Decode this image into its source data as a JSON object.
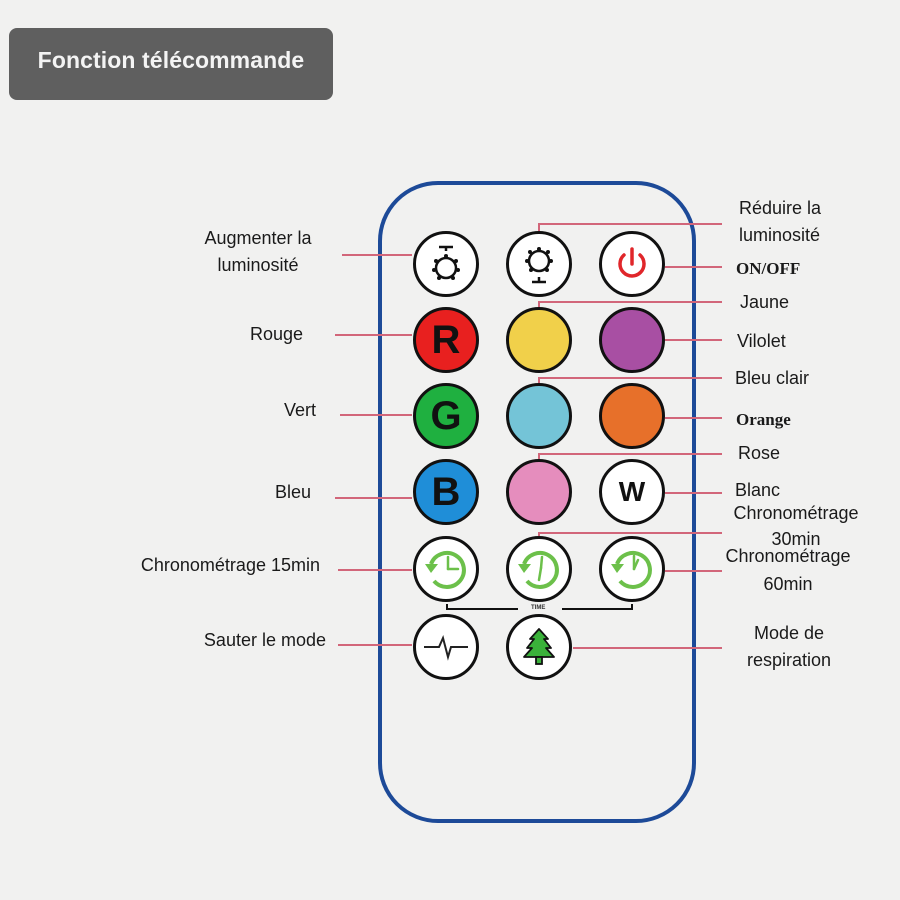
{
  "header": {
    "title": "Fonction télécommande"
  },
  "remote": {
    "time_group_label": "TIME",
    "buttons": {
      "brightness_up": {
        "symbol": "sun-up-icon"
      },
      "brightness_down": {
        "symbol": "sun-down-icon"
      },
      "power": {
        "symbol": "power-icon",
        "color": "#e0262a"
      },
      "red": {
        "letter": "R",
        "color": "#e8201f"
      },
      "yellow": {
        "color": "#f1d04a"
      },
      "purple": {
        "color": "#a84fa3"
      },
      "green": {
        "letter": "G",
        "color": "#1fb040"
      },
      "light_blue": {
        "color": "#74c4d7"
      },
      "orange": {
        "color": "#e7702a"
      },
      "blue": {
        "letter": "B",
        "color": "#1f8ed8"
      },
      "pink": {
        "color": "#e58dbd"
      },
      "white": {
        "letter": "W",
        "color": "#ffffff"
      },
      "timer_15": {
        "symbol": "timer-icon",
        "color": "#6cc04a"
      },
      "timer_30": {
        "symbol": "timer-icon",
        "color": "#6cc04a"
      },
      "timer_60": {
        "symbol": "timer-icon",
        "color": "#6cc04a"
      },
      "jump_mode": {
        "symbol": "pulse-icon"
      },
      "breathing_mode": {
        "symbol": "tree-icon",
        "color": "#3ab23a"
      }
    }
  },
  "labels": {
    "brightness_up_1": "Augmenter la",
    "brightness_up_2": "luminosité",
    "brightness_down_1": "Réduire la",
    "brightness_down_2": "luminosité",
    "power": "ON/OFF",
    "yellow": "Jaune",
    "red": "Rouge",
    "purple": "Vilolet",
    "light_blue": "Bleu clair",
    "green": "Vert",
    "orange": "Orange",
    "pink": "Rose",
    "blue": "Bleu",
    "white": "Blanc",
    "timer_30_1": "Chronométrage",
    "timer_30_2": "30min",
    "timer_15": "Chronométrage 15min",
    "timer_60_1": "Chronométrage",
    "timer_60_2": "60min",
    "jump_mode": "Sauter le mode",
    "breathing_1": "Mode de",
    "breathing_2": "respiration"
  },
  "colors": {
    "leader_line": "#d2667a",
    "remote_outline": "#1d4a98"
  }
}
